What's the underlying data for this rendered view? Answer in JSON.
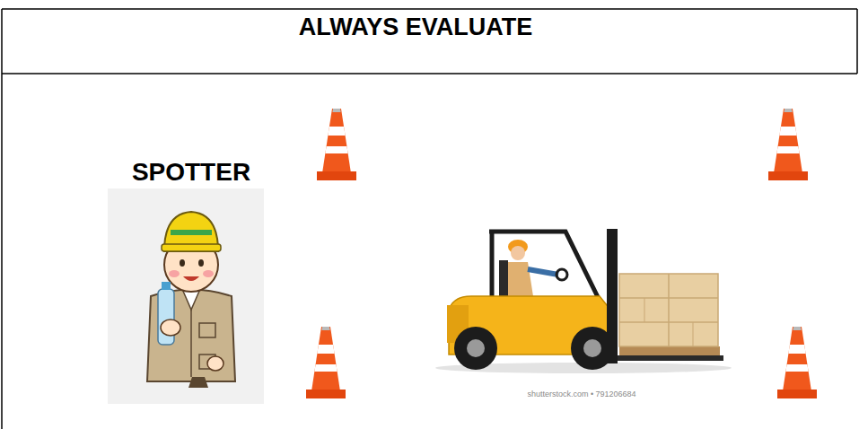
{
  "diagram": {
    "title": "ALWAYS EVALUATE",
    "labels": [
      "SPOTTER",
      "shutterstock.com • 791206684"
    ]
  }
}
